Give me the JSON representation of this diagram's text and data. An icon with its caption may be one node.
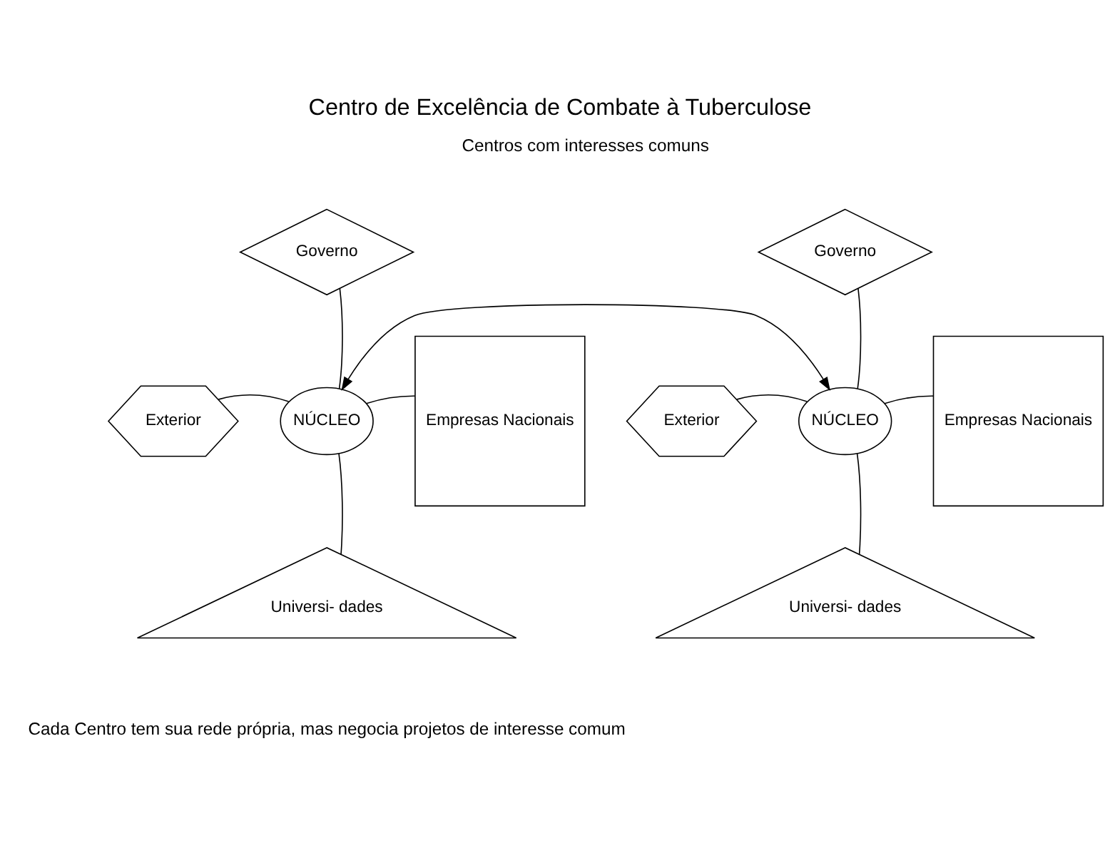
{
  "diagram": {
    "title": "Centro de Excelência de Combate à Tuberculose",
    "caption": "Cada Centro tem sua rede própria, mas negocia projetos de interesse comum",
    "nodes": [
      {
        "text": [
          "Governo"
        ]
      },
      {
        "text": [
          "Empresas Nacionais"
        ]
      },
      {
        "text": [
          "Exterior"
        ]
      },
      {
        "text": [
          "NÚCLEO"
        ]
      },
      {
        "text": [
          "Universi- dades"
        ]
      },
      {
        "text": [
          "Governo"
        ]
      },
      {
        "text": [
          "Empresas Nacionais"
        ]
      },
      {
        "text": [
          "Exterior"
        ]
      },
      {
        "text": [
          "NÚCLEO"
        ]
      },
      {
        "text": [
          "Universi- dades"
        ]
      }
    ],
    "edges": [
      {
        "from": 3,
        "to": 0,
        "arrow": "none"
      },
      {
        "from": 2,
        "to": 3,
        "arrow": "none"
      },
      {
        "from": 3,
        "to": 1,
        "arrow": "none"
      },
      {
        "from": 3,
        "to": 4,
        "arrow": "none"
      },
      {
        "from": 8,
        "to": 5,
        "arrow": "none"
      },
      {
        "from": 7,
        "to": 8,
        "arrow": "none"
      },
      {
        "from": 8,
        "to": 6,
        "arrow": "none"
      },
      {
        "from": 8,
        "to": 9,
        "arrow": "none"
      },
      {
        "from": 3,
        "to": 8,
        "arrow": "both"
      }
    ],
    "labels": [
      "Centros com interesses comuns"
    ]
  }
}
